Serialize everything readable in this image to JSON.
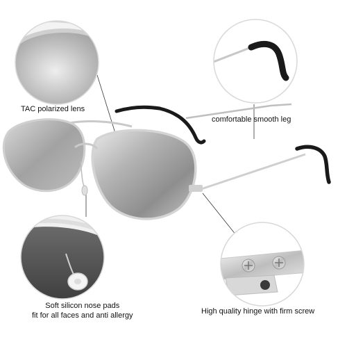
{
  "labels": {
    "lens": "TAC polarized lens",
    "leg": "comfortable smooth leg",
    "nose_line1": "Soft silicon nose pads",
    "nose_line2": "fit for all faces and anti allergy",
    "hinge": "High quality hinge with firm screw"
  },
  "colors": {
    "background": "#ffffff",
    "frame_silver": "#c9c9c9",
    "lens_mirror": "#a8a8a8",
    "temple_tip": "#1a1a1a",
    "callout_ring": "#d8d8d8",
    "leader_line": "#333333",
    "text": "#111111"
  }
}
